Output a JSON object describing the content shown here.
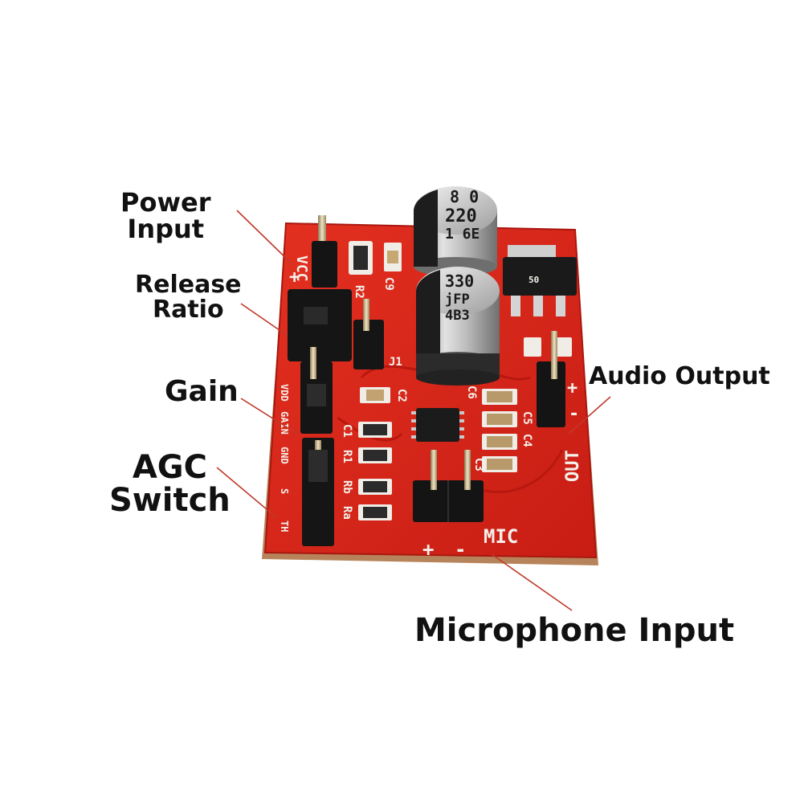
{
  "callouts": {
    "power_line1": "Power",
    "power_line2": "Input",
    "release_line1": "Release",
    "release_line2": "Ratio",
    "gain": "Gain",
    "agc_line1": "AGC",
    "agc_line2": "Switch",
    "audio_output": "Audio Output",
    "microphone_input": "Microphone Input"
  },
  "silkscreen": {
    "vcc": "VCC",
    "vcc_plus": "+",
    "r2": "R2",
    "c9": "C9",
    "j1": "J1",
    "c2": "C2",
    "c6": "C6",
    "c1": "C1",
    "r1": "R1",
    "rb": "Rb",
    "ra": "Ra",
    "c5": "C5",
    "c4": "C4",
    "c3": "C3",
    "vdd": "VDD",
    "gain_pin": "GAIN",
    "gnd": "GND",
    "s": "S",
    "th": "TH",
    "out": "OUT",
    "out_plus": "+",
    "out_minus": "-",
    "mic": "MIC",
    "mic_plus": "+",
    "mic_minus": "-"
  },
  "capacitor_large": {
    "line1": "8 0",
    "line2": "220",
    "line3": "1 6E"
  },
  "capacitor_small": {
    "line1": "330",
    "line2": "jFP",
    "line3": "4B3"
  },
  "regulator_marking": "50",
  "colors": {
    "pcb": "#d8241a",
    "pcb_edge": "#b01a12",
    "label_text": "#111111",
    "leader_line": "#c0392b"
  }
}
